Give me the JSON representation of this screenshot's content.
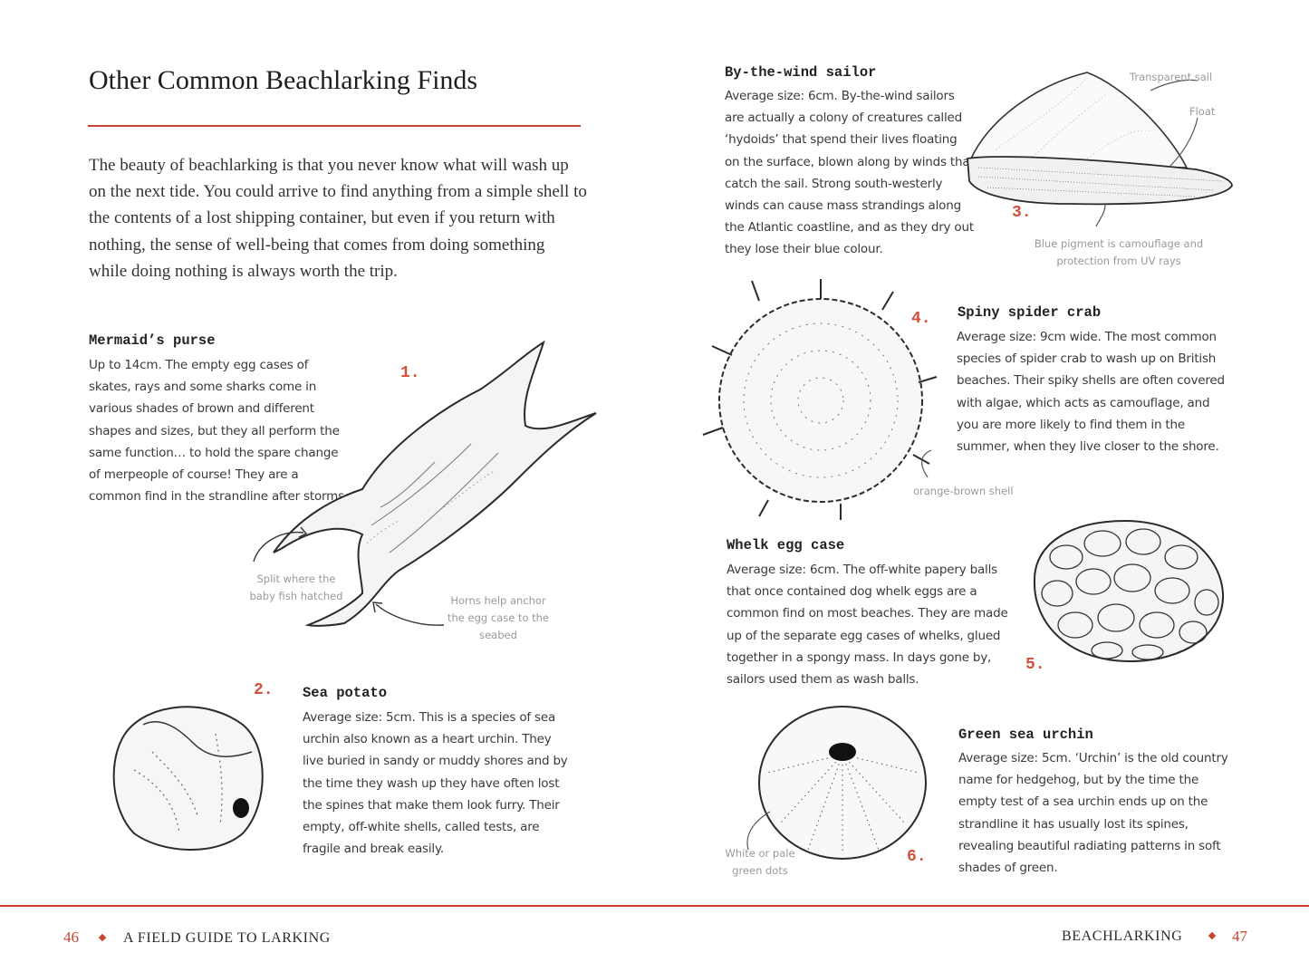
{
  "page": {
    "title": "Other Common Beachlarking Finds",
    "intro": "The beauty of beachlarking is that you never know what will wash up on the next tide. You could arrive to find anything from a simple shell to the contents of a lost shipping container, but even if you return with nothing, the sense of well-being that comes from doing something while doing nothing is always worth the trip."
  },
  "finds": [
    {
      "number": "1.",
      "name": "Mermaid’s purse",
      "text": "Up to 14cm. The empty egg cases of skates, rays and some sharks come in various shades of brown and different shapes and sizes, but they all perform the same function… to hold the spare change of merpeople of course! They are a common find in the strandline after storms.",
      "annotations": [
        "Split where the baby fish hatched",
        "Horns help anchor the egg case to the seabed"
      ]
    },
    {
      "number": "2.",
      "name": "Sea potato",
      "text": "Average size: 5cm. This is a species of sea urchin also known as a heart urchin. They live buried in sandy or muddy shores and by the time they wash up they have often lost the spines that make them look furry. Their empty, off-white shells, called tests, are fragile and break easily.",
      "annotations": []
    },
    {
      "number": "3.",
      "name": "By-the-wind sailor",
      "text": "Average size: 6cm. By-the-wind sailors are actually a colony of creatures called ‘hydoids’ that spend their lives floating on the surface, blown along by winds that catch the sail. Strong south-westerly winds can cause mass strandings along the Atlantic coastline, and as they dry out they lose their blue colour.",
      "annotations": [
        "Transparent sail",
        "Float",
        "Blue pigment is camouflage and protection from UV rays"
      ]
    },
    {
      "number": "4.",
      "name": "Spiny spider crab",
      "text": "Average size: 9cm wide. The most common species of spider crab to wash up on British beaches. Their spiky shells are often covered with algae, which acts as camouflage, and you are more likely to find them in the summer, when they live closer to the shore.",
      "annotations": [
        "orange-brown shell"
      ]
    },
    {
      "number": "5.",
      "name": "Whelk egg case",
      "text": "Average size: 6cm. The off-white papery balls that once contained dog whelk eggs are a common find on most beaches. They are made up of the separate egg cases of whelks, glued together in a spongy mass. In days gone by, sailors used them as wash balls.",
      "annotations": []
    },
    {
      "number": "6.",
      "name": "Green sea urchin",
      "text": "Average size: 5cm. ‘Urchin’ is the old country name for hedgehog, but by the time the empty test of a sea urchin ends up on the strandline it has usually lost its spines, revealing beautiful radiating patterns in soft shades of green.",
      "annotations": [
        "White or pale green dots"
      ]
    }
  ],
  "footer": {
    "left_page_number": "46",
    "left_running_head": "A FIELD GUIDE TO LARKING",
    "right_running_head": "BEACHLARKING",
    "right_page_number": "47"
  },
  "colors": {
    "accent": "#c8462f",
    "body_text": "#333333",
    "annotation": "#9a9a9a"
  }
}
